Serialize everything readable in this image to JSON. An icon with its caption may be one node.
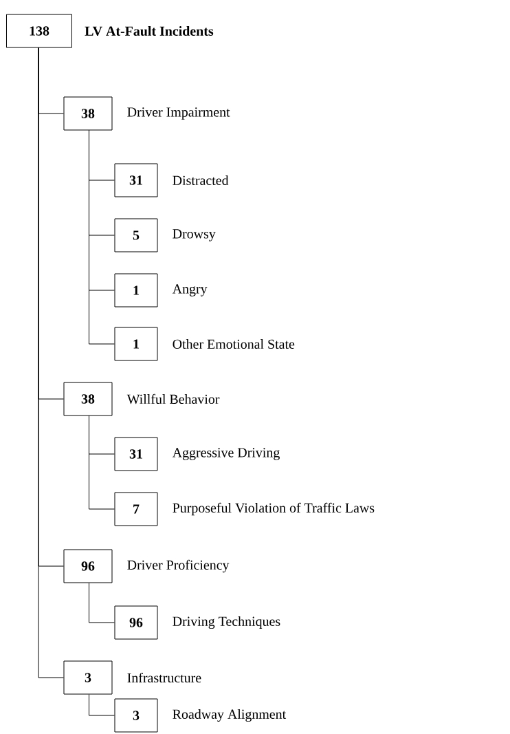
{
  "diagram": {
    "nodes": [
      {
        "text": [
          "138",
          "LV At-Fault Incidents"
        ]
      },
      {
        "text": [
          "38",
          "Driver Impairment"
        ]
      },
      {
        "text": [
          "31",
          "Distracted"
        ]
      },
      {
        "text": [
          "5",
          "Drowsy"
        ]
      },
      {
        "text": [
          "1",
          "Angry"
        ]
      },
      {
        "text": [
          "1",
          "Other Emotional State"
        ]
      },
      {
        "text": [
          "38",
          "Willful Behavior"
        ]
      },
      {
        "text": [
          "31",
          "Aggressive Driving"
        ]
      },
      {
        "text": [
          "7",
          "Purposeful Violation of Traffic Laws"
        ]
      },
      {
        "text": [
          "96",
          "Driver Proficiency"
        ]
      },
      {
        "text": [
          "96",
          "Driving Techniques"
        ]
      },
      {
        "text": [
          "3",
          "Infrastructure"
        ]
      },
      {
        "text": [
          "3",
          "Roadway Alignment"
        ]
      }
    ],
    "edges": [
      {
        "from": 0,
        "to": 1,
        "arrow": "none"
      },
      {
        "from": 1,
        "to": 2,
        "arrow": "none"
      },
      {
        "from": 1,
        "to": 3,
        "arrow": "none"
      },
      {
        "from": 1,
        "to": 4,
        "arrow": "none"
      },
      {
        "from": 1,
        "to": 5,
        "arrow": "none"
      },
      {
        "from": 0,
        "to": 6,
        "arrow": "none"
      },
      {
        "from": 6,
        "to": 7,
        "arrow": "none"
      },
      {
        "from": 6,
        "to": 8,
        "arrow": "none"
      },
      {
        "from": 0,
        "to": 9,
        "arrow": "none"
      },
      {
        "from": 9,
        "to": 10,
        "arrow": "none"
      },
      {
        "from": 0,
        "to": 11,
        "arrow": "none"
      },
      {
        "from": 11,
        "to": 12,
        "arrow": "none"
      }
    ]
  }
}
